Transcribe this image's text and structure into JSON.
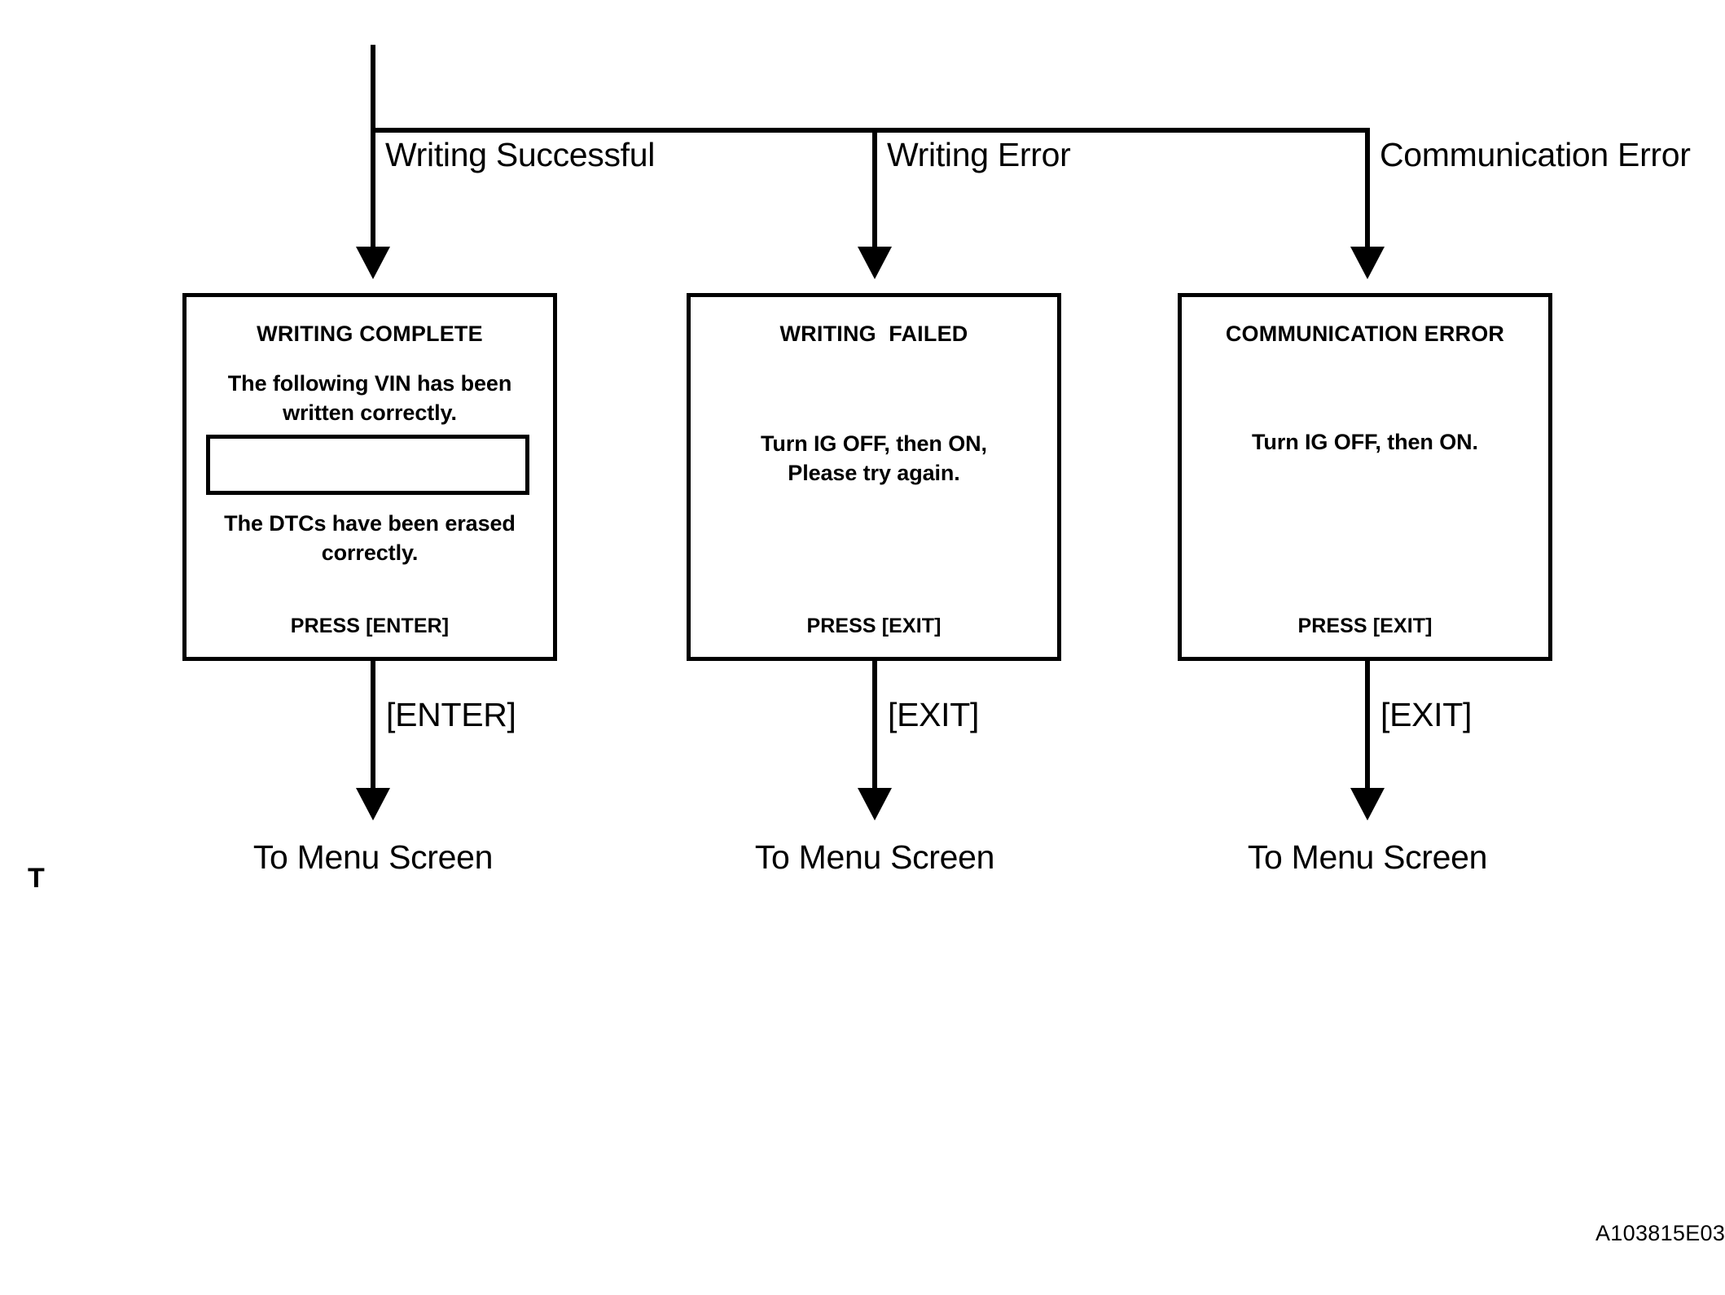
{
  "diagram": {
    "page_marker": "T",
    "reference_code": "A103815E03",
    "branches": [
      {
        "label": "Writing Successful",
        "key_label": "[ENTER]",
        "terminal": "To Menu Screen",
        "screen": {
          "title": "WRITING COMPLETE",
          "body_lines": [
            "The following VIN has been",
            "written correctly."
          ],
          "field_value": "",
          "body_lines_2": [
            "The DTCs have been erased",
            "correctly."
          ],
          "footer": "PRESS [ENTER]"
        }
      },
      {
        "label": "Writing Error",
        "key_label": "[EXIT]",
        "terminal": "To Menu Screen",
        "screen": {
          "title": "WRITING  FAILED",
          "body_lines": [
            "Turn IG OFF, then ON,",
            "Please try again."
          ],
          "footer": "PRESS [EXIT]"
        }
      },
      {
        "label": "Communication Error",
        "key_label": "[EXIT]",
        "terminal": "To Menu Screen",
        "screen": {
          "title": "COMMUNICATION ERROR",
          "body_lines": [
            "Turn IG OFF, then ON."
          ],
          "footer": "PRESS [EXIT]"
        }
      }
    ],
    "colors": {
      "line": "#000000",
      "background": "#ffffff",
      "text": "#000000"
    }
  }
}
